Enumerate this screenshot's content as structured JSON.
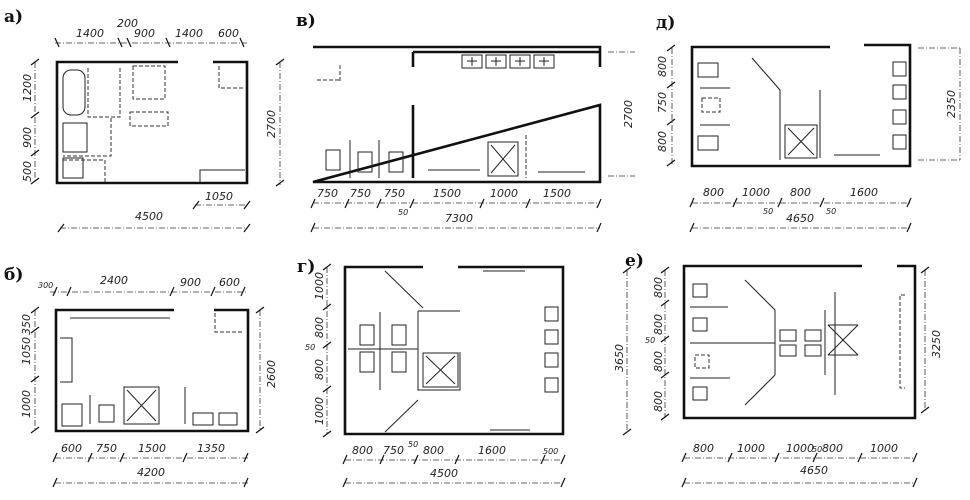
{
  "panels": {
    "a": {
      "label": "а)",
      "top": [
        "1400",
        "200",
        "900",
        "1400",
        "600"
      ],
      "left": [
        "1200",
        "900",
        "500"
      ],
      "right": "2700",
      "bottom_part": "1050",
      "total": "4500"
    },
    "v": {
      "label": "в)",
      "bottom": [
        "750",
        "750",
        "750",
        "50",
        "1500",
        "1000",
        "1500"
      ],
      "total": "7300",
      "right": "2700"
    },
    "d": {
      "label": "д)",
      "left": [
        "800",
        "750",
        "800"
      ],
      "right": "2350",
      "bottom": [
        "800",
        "1000",
        "800",
        "1600"
      ],
      "small": [
        "50",
        "50"
      ],
      "total": "4650"
    },
    "b": {
      "label": "б)",
      "top": [
        "300",
        "2400",
        "900",
        "600"
      ],
      "left": [
        "350",
        "1050",
        "1000"
      ],
      "right": "2600",
      "bottom": [
        "600",
        "750",
        "1500",
        "1350"
      ],
      "total": "4200"
    },
    "g": {
      "label": "г)",
      "left": [
        "1000",
        "800",
        "50",
        "800",
        "1000"
      ],
      "bottom": [
        "800",
        "750",
        "50",
        "800",
        "1600",
        "500"
      ],
      "total": "4500"
    },
    "e": {
      "label": "е)",
      "left": [
        "800",
        "800",
        "50",
        "800",
        "800"
      ],
      "outer": "3650",
      "right": "3250",
      "bottom": [
        "800",
        "1000",
        "1000",
        "50",
        "800",
        "1000"
      ],
      "total": "4650"
    }
  }
}
